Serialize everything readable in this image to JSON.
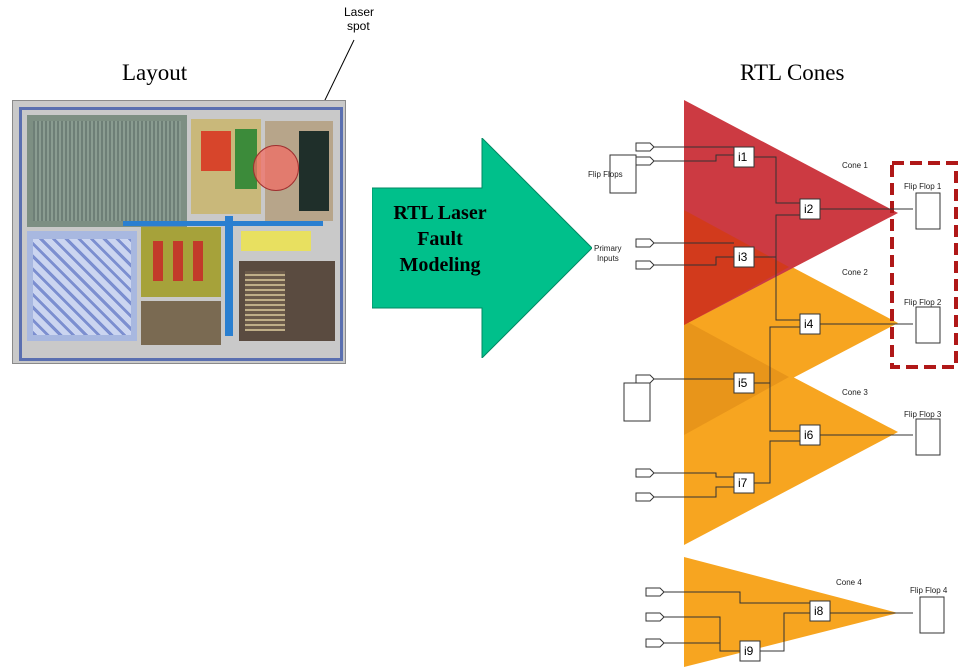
{
  "labels": {
    "layout_title": "Layout",
    "rtl_title": "RTL Cones",
    "laser_spot_line1": "Laser",
    "laser_spot_line2": "spot"
  },
  "arrow": {
    "line1": "RTL Laser",
    "line2": "Fault",
    "line3": "Modeling",
    "color": "#00c08b"
  },
  "cones": {
    "cone_labels": [
      "Cone 1",
      "Cone 2",
      "Cone 3",
      "Cone 4"
    ],
    "flip_flops": [
      "Flip Flop 1",
      "Flip Flop 2",
      "Flip Flop 3",
      "Flip Flop 4"
    ],
    "gates": [
      "i1",
      "i2",
      "i3",
      "i4",
      "i5",
      "i6",
      "i7",
      "i8",
      "i9"
    ],
    "input_labels": {
      "flip_flops": "Flip Flops",
      "primary_line1": "Primary",
      "primary_line2": "Inputs"
    },
    "colors": {
      "cone1": "#c8383e",
      "cone_orange": "#f7a520",
      "overlap": "#d03a20",
      "highlight": "#b01818"
    }
  }
}
